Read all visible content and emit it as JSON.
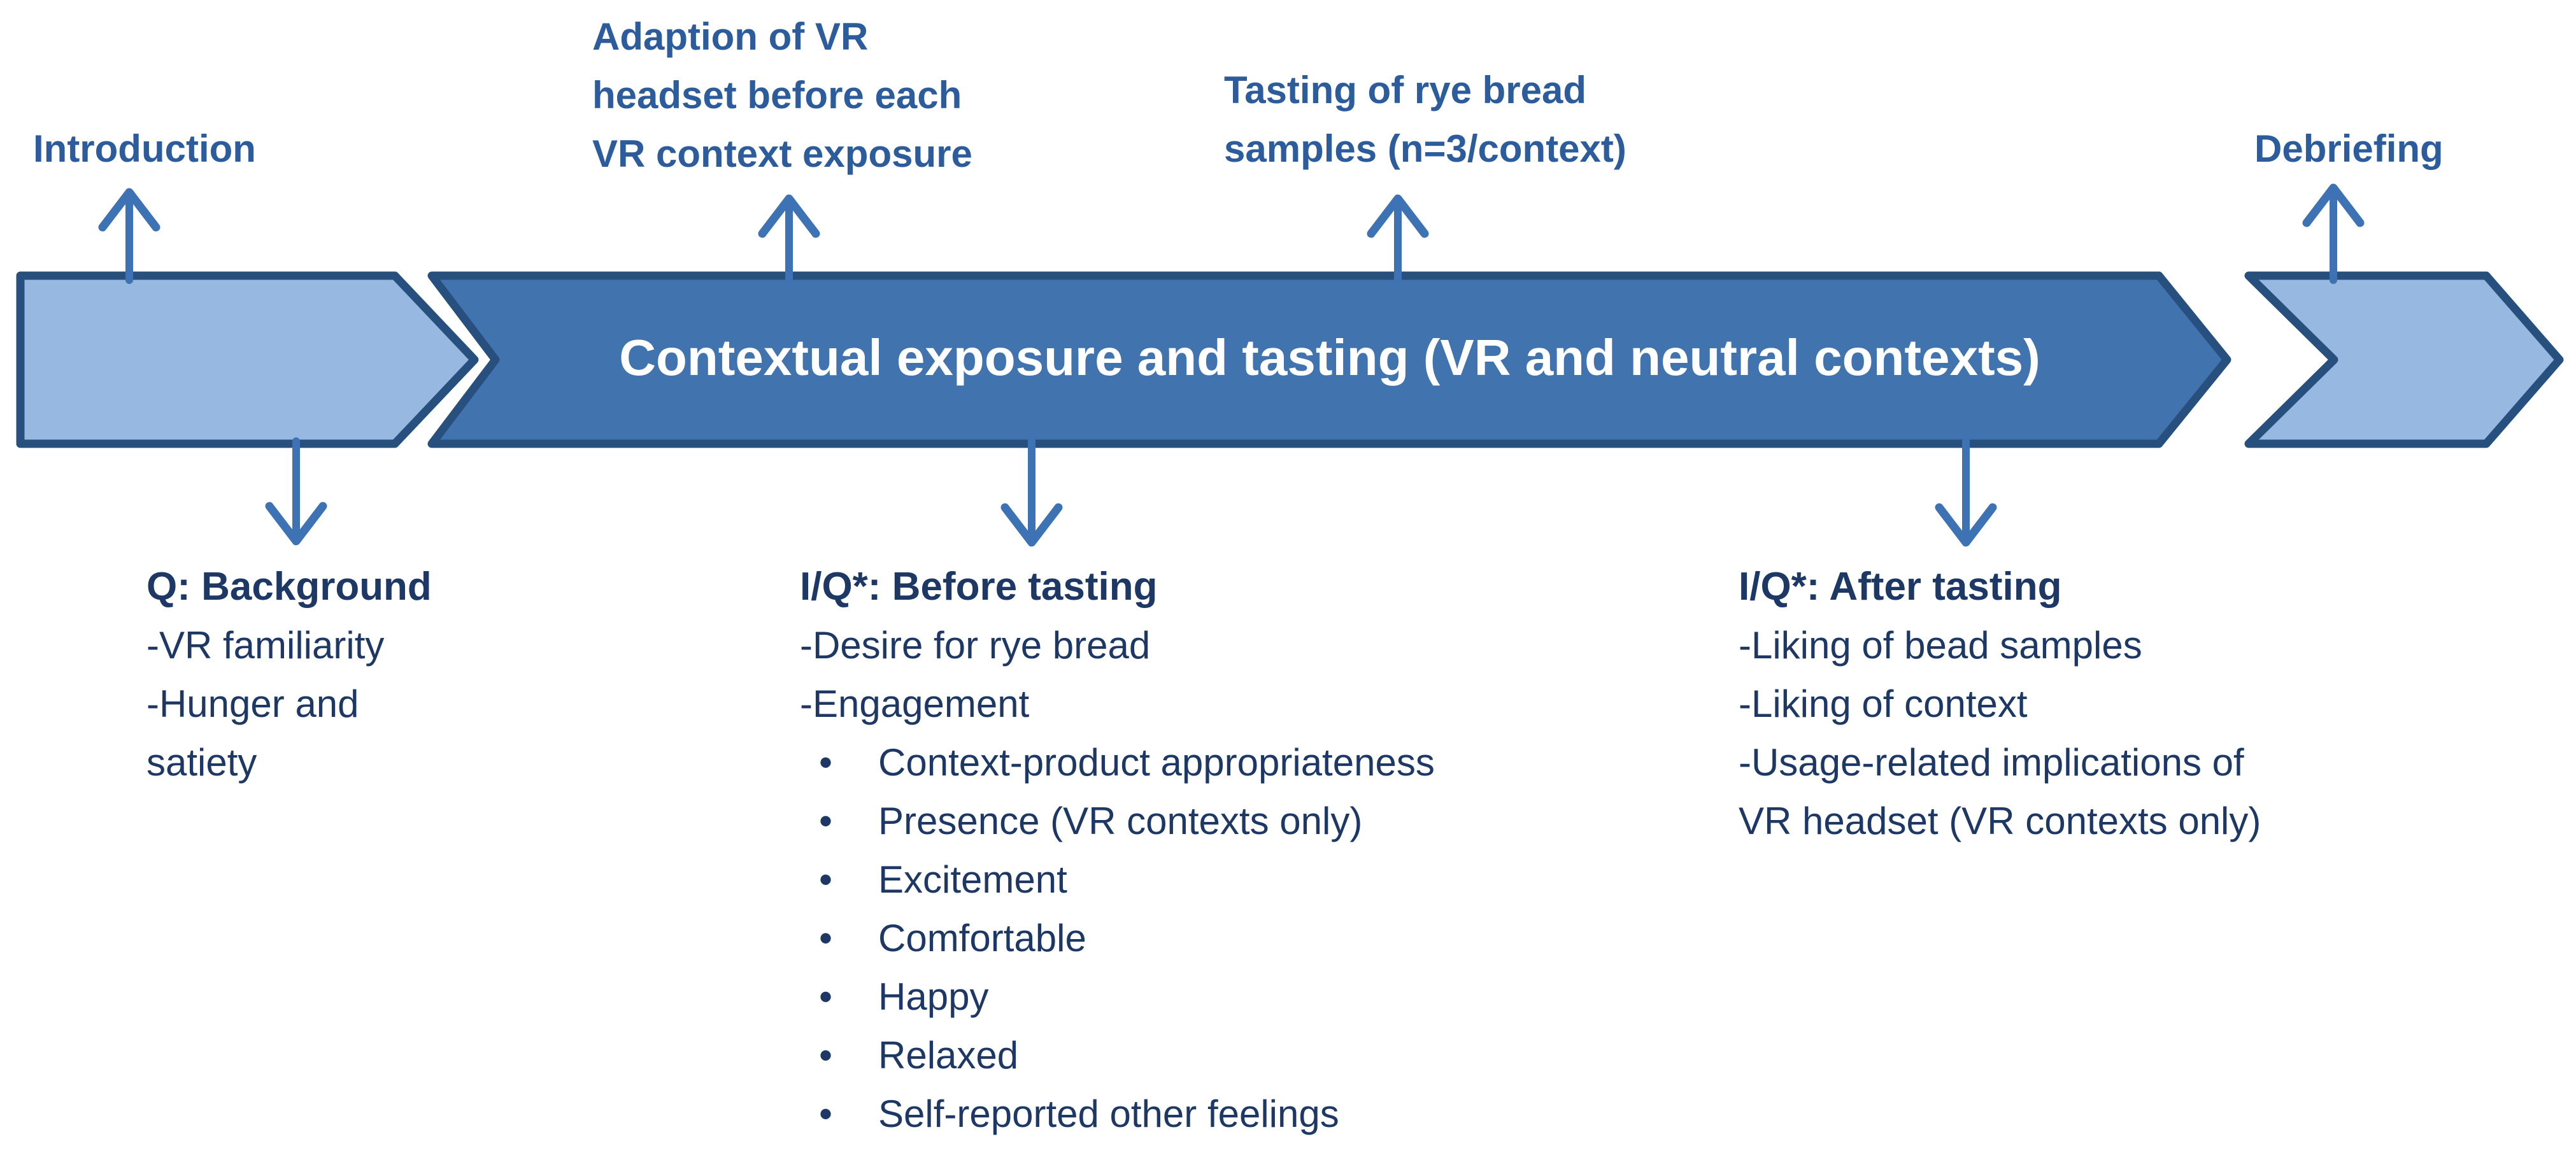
{
  "figure": {
    "band_label": "Contextual exposure and tasting (VR and neutral contexts)"
  },
  "top_labels": {
    "introduction": {
      "lines": [
        "Introduction"
      ]
    },
    "adaption": {
      "lines": [
        "Adaption of VR",
        "headset before each",
        "VR context exposure"
      ]
    },
    "tasting": {
      "lines": [
        "Tasting of rye bread",
        "samples (n=3/context)"
      ]
    },
    "debriefing": {
      "lines": [
        "Debriefing"
      ]
    }
  },
  "blocks": {
    "background": {
      "header": "Q: Background",
      "lines": [
        "-VR familiarity",
        "-Hunger and",
        "satiety"
      ]
    },
    "before_tasting": {
      "header": "I/Q*: Before tasting",
      "lines": [
        "-Desire for rye bread",
        "-Engagement"
      ],
      "bullets": [
        "Context-product appropriateness",
        "Presence (VR contexts only)",
        "Excitement",
        "Comfortable",
        "Happy",
        "Relaxed",
        "Self-reported other feelings"
      ]
    },
    "after_tasting": {
      "header": "I/Q*: After tasting",
      "lines": [
        "-Liking of bead samples",
        "-Liking of context",
        "-Usage-related implications of",
        "VR headset (VR contexts only)"
      ]
    }
  },
  "glyphs": {
    "bullet": "•"
  },
  "colors": {
    "light_shape_fill": "#96B8E1",
    "dark_shape_fill": "#4173AF",
    "shape_border": "#28507E",
    "connector": "#3D72B4",
    "top_label_text": "#2D5C9C",
    "body_text": "#1E3865",
    "band_text": "#FFFFFF",
    "background": "#FFFFFF"
  }
}
